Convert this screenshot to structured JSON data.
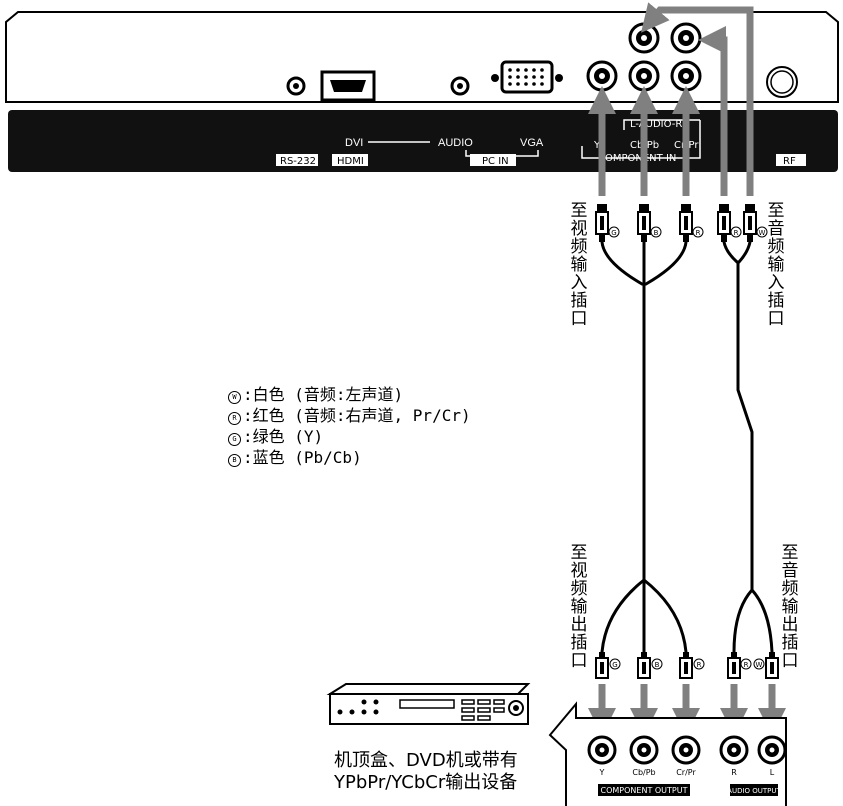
{
  "panel": {
    "dvi_label": "DVI",
    "audio_label": "AUDIO",
    "vga_label": "VGA",
    "rs232_label": "RS-232",
    "hdmi_label": "HDMI",
    "pcin_label": "PC IN",
    "audio_lr_label": "AUDIO",
    "audio_l": "L",
    "audio_r": "R",
    "y_label": "Y",
    "cbpb_label": "Cb/Pb",
    "crpr_label": "Cr/Pr",
    "component_in_label": "COMPONENT IN",
    "rf_label": "RF"
  },
  "captions": {
    "to_video_in": [
      "至",
      "视",
      "频",
      "输",
      "入",
      "插",
      "口"
    ],
    "to_audio_in": [
      "至",
      "音",
      "频",
      "输",
      "入",
      "插",
      "口"
    ],
    "to_video_out": [
      "至",
      "视",
      "频",
      "输",
      "出",
      "插",
      "口"
    ],
    "to_audio_out": [
      "至",
      "音",
      "频",
      "输",
      "出",
      "插",
      "口"
    ]
  },
  "legend": [
    {
      "symbol": "W",
      "text": ":白色 (音频:左声道)"
    },
    {
      "symbol": "R",
      "text": ":红色 (音频:右声道, Pr/Cr)"
    },
    {
      "symbol": "G",
      "text": ":绿色 (Y)"
    },
    {
      "symbol": "B",
      "text": ":蓝色 (Pb/Cb)"
    }
  ],
  "plug_tags_top": [
    "G",
    "B",
    "R",
    "R",
    "W"
  ],
  "plug_tags_bottom": [
    "G",
    "B",
    "R",
    "R",
    "W"
  ],
  "device": {
    "caption_line1": "机顶盒、DVD机或带有",
    "caption_line2": "YPbPr/YCbCr输出设备",
    "out_y": "Y",
    "out_cbpb": "Cb/Pb",
    "out_crpr": "Cr/Pr",
    "out_r": "R",
    "out_l": "L",
    "component_output_label": "COMPONENT OUTPUT",
    "audio_output_label": "AUDIO OUTPUT"
  }
}
